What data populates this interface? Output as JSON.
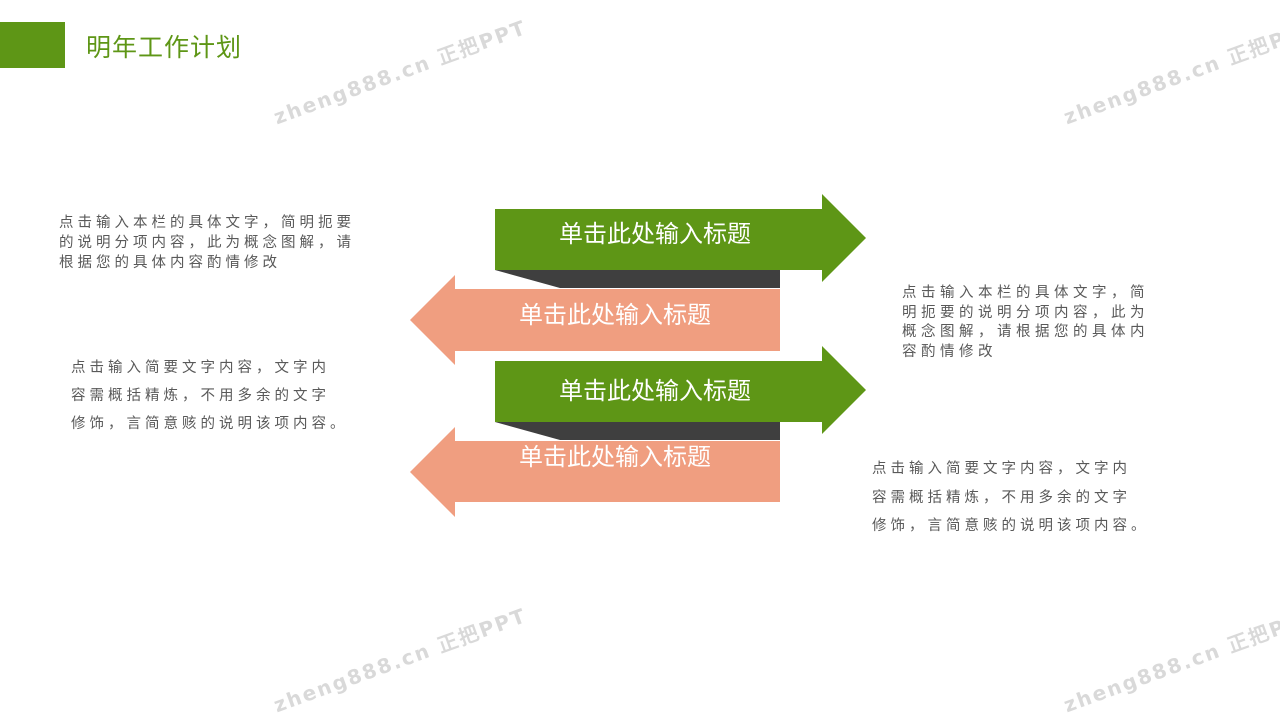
{
  "title": "明年工作计划",
  "watermark": "zheng888.cn 正把PPT",
  "arrows": [
    {
      "label": "单击此处输入标题",
      "direction": "right",
      "color": "#5e9616"
    },
    {
      "label": "单击此处输入标题",
      "direction": "left",
      "color": "#f09e80"
    },
    {
      "label": "单击此处输入标题",
      "direction": "right",
      "color": "#5e9616"
    },
    {
      "label": "单击此处输入标题",
      "direction": "left",
      "color": "#f09e80"
    }
  ],
  "shadow_color": "#3f3f3f",
  "text_blocks": {
    "left_top": [
      "点击输入本栏的具体文字，简明扼要",
      "的说明分项内容，此为概念图解，请",
      "根据您的具体内容酌情修改"
    ],
    "left_bottom": [
      "点击输入简要文字内容，文字内",
      "容需概括精炼，不用多余的文字",
      "修饰，言简意赅的说明该项内容。"
    ],
    "right_top": [
      "点击输入本栏的具体文字，简",
      "明扼要的说明分项内容，此为",
      "概念图解，请根据您的具体内",
      "容酌情修改"
    ],
    "right_bottom": [
      "点击输入简要文字内容，文字内",
      "容需概括精炼，不用多余的文字",
      "修饰，言简意赅的说明该项内容。"
    ]
  }
}
